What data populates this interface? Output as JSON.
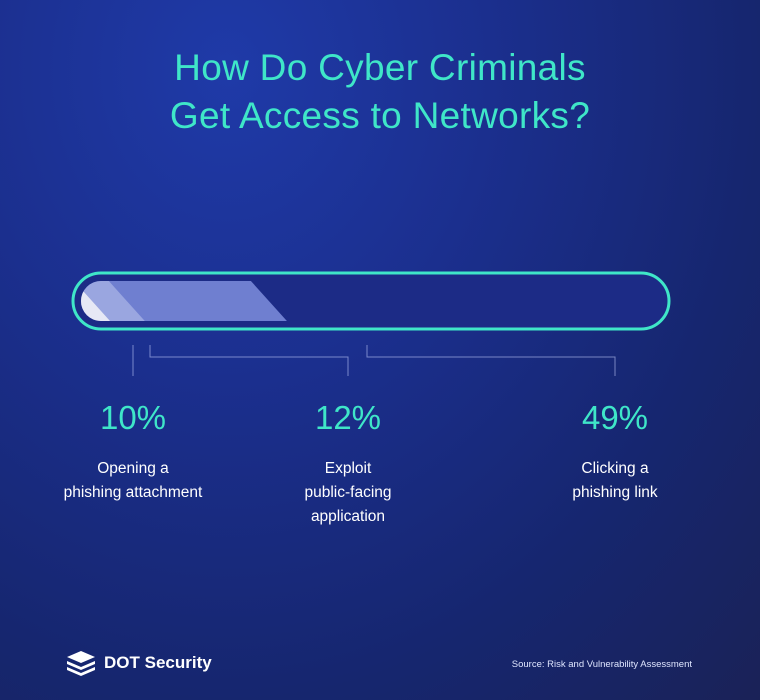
{
  "title_lines": [
    "How Do Cyber Criminals",
    "Get Access to Networks?"
  ],
  "chart_data": {
    "type": "bar",
    "title": "How Do Cyber Criminals Get Access to Networks?",
    "categories": [
      [
        "Opening a",
        "phishing attachment"
      ],
      [
        "Exploit",
        "public-facing",
        "application"
      ],
      [
        "Clicking a",
        "phishing link"
      ]
    ],
    "values": [
      10,
      12,
      49
    ],
    "value_labels": [
      "10%",
      "12%",
      "49%"
    ],
    "unit": "%",
    "colors": [
      "#e6e8f5",
      "#9aa6e0",
      "#6f7fd0"
    ],
    "track_border_color": "#3fe6c8"
  },
  "branding": {
    "logo_text": "DOT Security",
    "logo_icon": "stacked-layers-icon"
  },
  "source": "Source: Risk and Vulnerability Assessment",
  "colors": {
    "accent": "#3fe6c8",
    "background": "#1b2f8e"
  }
}
